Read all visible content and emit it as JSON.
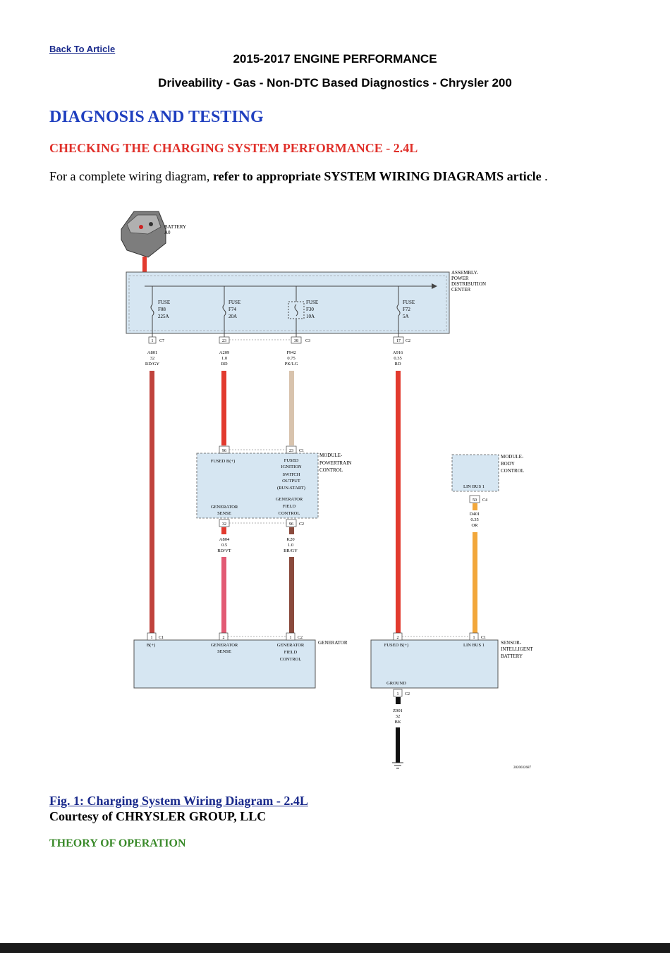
{
  "nav": {
    "back_label": "Back To Article"
  },
  "header": {
    "title": "2015-2017 ENGINE PERFORMANCE",
    "subtitle": "Driveability - Gas - Non-DTC Based Diagnostics - Chrysler 200"
  },
  "section": {
    "title": "DIAGNOSIS AND TESTING",
    "subtitle": "CHECKING THE CHARGING SYSTEM PERFORMANCE - 2.4L",
    "para_prefix": "For a complete wiring diagram,",
    "para_bold": "refer to appropriate SYSTEM WIRING DIAGRAMS article",
    "para_suffix": "."
  },
  "diagram": {
    "battery": {
      "name": "BATTERY",
      "code": "A0"
    },
    "pdc": {
      "l1": "ASSEMBLY-",
      "l2": "POWER",
      "l3": "DISTRIBUTION",
      "l4": "CENTER"
    },
    "fuses": [
      {
        "label": "FUSE",
        "id": "F08",
        "rating": "225A"
      },
      {
        "label": "FUSE",
        "id": "F74",
        "rating": "20A"
      },
      {
        "label": "FUSE",
        "id": "F30",
        "rating": "10A"
      },
      {
        "label": "FUSE",
        "id": "F72",
        "rating": "5A"
      }
    ],
    "pdc_connectors": [
      {
        "pin": "1",
        "conn": "C7"
      },
      {
        "pin": "23",
        "conn": ""
      },
      {
        "pin": "38",
        "conn": "C3"
      },
      {
        "pin": "17",
        "conn": "C2"
      }
    ],
    "wires": [
      {
        "id": "A801",
        "gauge": "32",
        "color": "RD/GY"
      },
      {
        "id": "A209",
        "gauge": "1.0",
        "color": "RD"
      },
      {
        "id": "F942",
        "gauge": "0.75",
        "color": "PK/LG"
      },
      {
        "id": "A916",
        "gauge": "0.35",
        "color": "RD"
      },
      {
        "id": "A804",
        "gauge": "0.5",
        "color": "RD/VT"
      },
      {
        "id": "K20",
        "gauge": "1.0",
        "color": "BR/GY"
      },
      {
        "id": "D401",
        "gauge": "0.35",
        "color": "OR"
      },
      {
        "id": "Z901",
        "gauge": "32",
        "color": "BK"
      }
    ],
    "pcm": {
      "l1": "MODULE-",
      "l2": "POWERTRAIN",
      "l3": "CONTROL",
      "pin_fused": "96",
      "pin_ign": "23",
      "conn_top": "C1",
      "fused_b": "FUSED B(+)",
      "ign1": "FUSED",
      "ign2": "IGNITION",
      "ign3": "SWITCH",
      "ign4": "OUTPUT",
      "ign5": "(RUN-START)",
      "gf1": "GENERATOR",
      "gf2": "FIELD",
      "gf3": "CONTROL",
      "gs1": "GENERATOR",
      "gs2": "SENSE",
      "pin_sense": "32",
      "pin_field": "96",
      "conn_bot": "C2"
    },
    "bcm": {
      "l1": "MODULE-",
      "l2": "BODY",
      "l3": "CONTROL",
      "lin": "LIN BUS 1",
      "pin": "50",
      "conn": "C4"
    },
    "generator": {
      "name": "GENERATOR",
      "pin1": "1",
      "conn1": "C1",
      "b_plus": "B(+)",
      "pin2": "2",
      "gs1": "GENERATOR",
      "gs2": "SENSE",
      "pin3": "1",
      "conn3": "C2",
      "gf1": "GENERATOR",
      "gf2": "FIELD",
      "gf3": "CONTROL"
    },
    "ibs": {
      "l1": "SENSOR-",
      "l2": "INTELLIGENT",
      "l3": "BATTERY",
      "pin_b": "2",
      "fused_b": "FUSED B(+)",
      "pin_lin": "1",
      "conn_lin": "C1",
      "lin": "LIN BUS 1",
      "ground": "GROUND",
      "pin_g": "1",
      "conn_g": "C2"
    },
    "figure_code": "2820032687"
  },
  "figure": {
    "caption": "Fig. 1: Charging System Wiring Diagram - 2.4L",
    "courtesy": "Courtesy of CHRYSLER GROUP, LLC"
  },
  "next_section": {
    "title": "THEORY OF OPERATION"
  },
  "colors": {
    "link": "#1a2a8c",
    "section_blue": "#1f3fbf",
    "subsection_red": "#e0302a",
    "theory_green": "#3a8a2a",
    "box_fill": "#d6e6f2",
    "wire_red": "#e23a2e",
    "wire_rdgy": "#c0433d",
    "wire_pklg": "#d8c3ad",
    "wire_brgy": "#8a4a3c",
    "wire_or": "#f2a73a",
    "wire_bk": "#111111"
  }
}
